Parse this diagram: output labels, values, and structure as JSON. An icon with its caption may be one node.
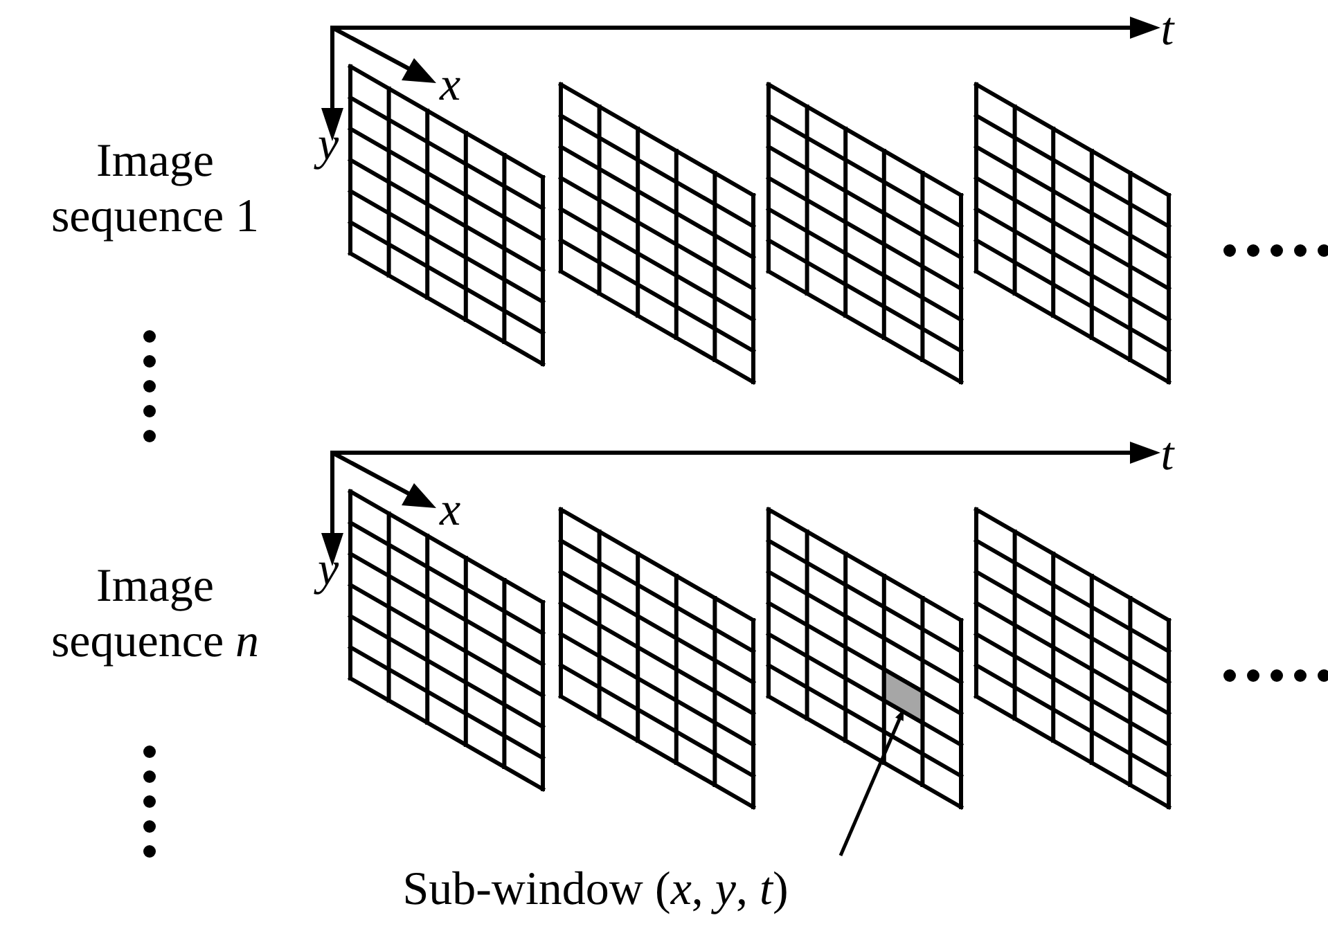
{
  "diagram": {
    "nodes": [
      {
        "text": [
          "Sub-window (*x*, *y*, *t*)"
        ]
      },
      {
        "text": [],
        "shape": "box"
      }
    ],
    "edges": [
      {
        "from": 0,
        "to": 1,
        "arrow": "to"
      }
    ],
    "labels": [
      "t",
      "x",
      "y",
      "Image sequence 1",
      "t",
      "x",
      "y",
      "Image sequence *n*"
    ]
  }
}
